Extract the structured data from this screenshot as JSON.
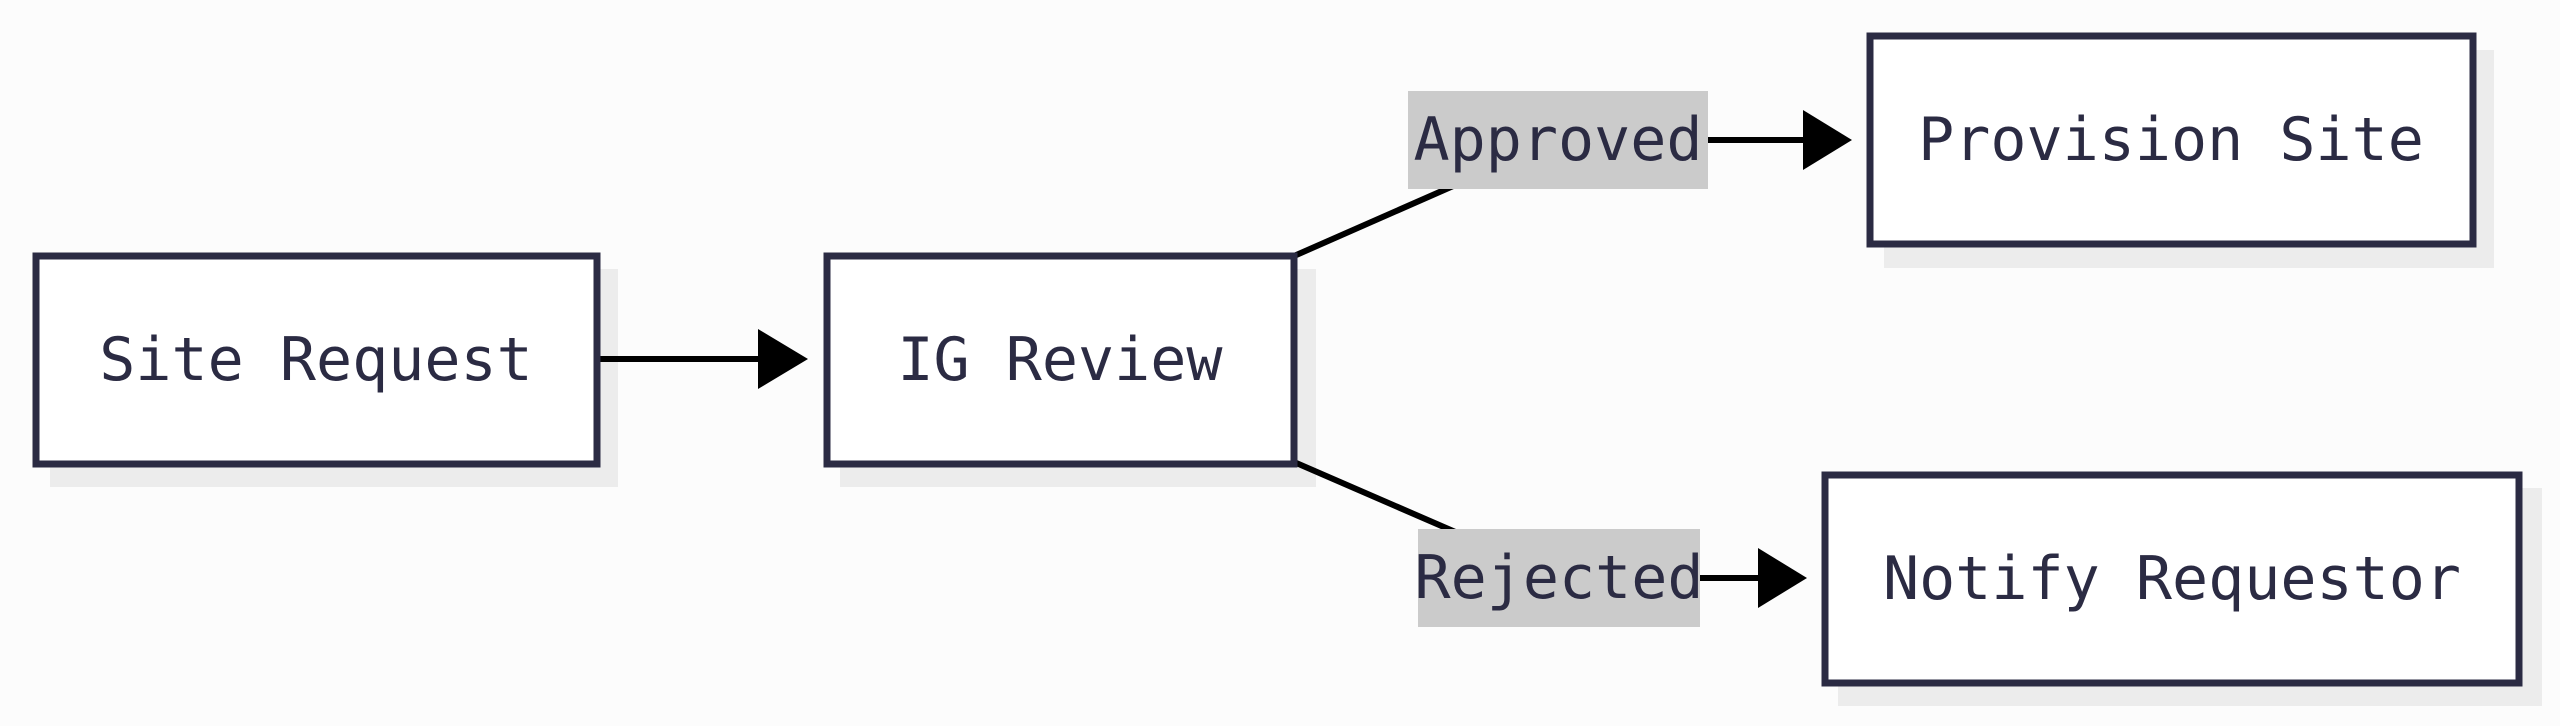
{
  "diagram": {
    "nodes": {
      "site_request": {
        "label": "Site Request"
      },
      "ig_review": {
        "label": "IG Review"
      },
      "provision_site": {
        "label": "Provision Site"
      },
      "notify_requestor": {
        "label": "Notify Requestor"
      }
    },
    "edge_labels": {
      "approved": "Approved",
      "rejected": "Rejected"
    }
  },
  "colors": {
    "background": "#fcfcfc",
    "node_border": "#2b2b43",
    "node_fill": "#ffffff",
    "node_text": "#2b2b43",
    "node_shadow": "#ececec",
    "edge": "#000000",
    "label_background": "#cbcbcb"
  }
}
